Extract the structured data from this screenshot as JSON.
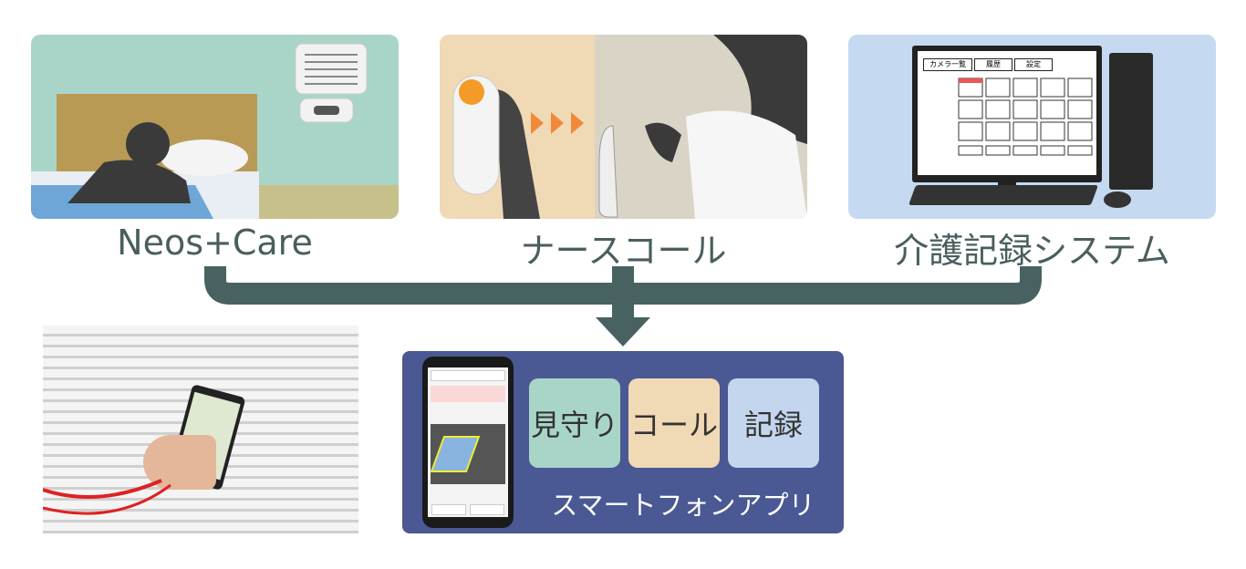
{
  "sources": [
    {
      "label": "Neos+Care",
      "bg": "#a9d5c9"
    },
    {
      "label": "ナースコール",
      "bg": "#f0d9b5"
    },
    {
      "label": "介護記録システム",
      "bg": "#c5daf0"
    }
  ],
  "monitor": {
    "tabs": [
      "カメラ一覧",
      "履歴",
      "設定"
    ]
  },
  "app": {
    "title": "スマートフォンアプリ",
    "buttons": [
      {
        "label": "見守り",
        "bg": "#a9d5c9"
      },
      {
        "label": "コール",
        "bg": "#f0d9b5"
      },
      {
        "label": "記録",
        "bg": "#c3d6ee"
      }
    ]
  },
  "colors": {
    "arrow": "#486262",
    "app_bg": "#4a5994"
  }
}
